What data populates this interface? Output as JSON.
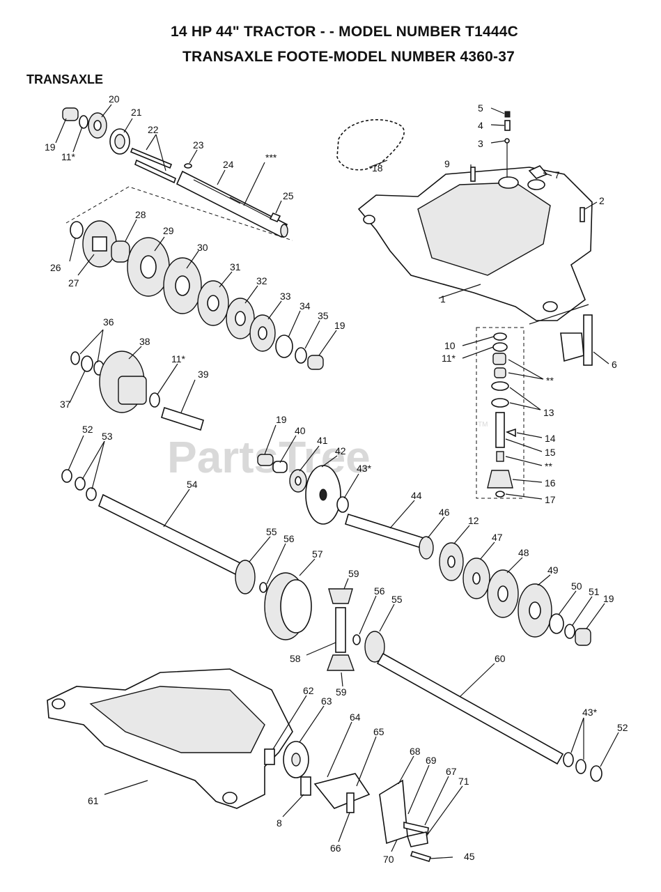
{
  "header": {
    "title_line1": "14 HP 44\" TRACTOR - - MODEL NUMBER T1444C",
    "title_line2": "TRANSAXLE FOOTE-MODEL NUMBER 4360-37",
    "section": "TRANSAXLE"
  },
  "watermark": {
    "text": "PartsTree",
    "tm": "TM"
  },
  "callouts": {
    "c1": "1",
    "c2": "2",
    "c3": "3",
    "c4": "4",
    "c5": "5",
    "c6": "6",
    "c7": "7",
    "c8": "8",
    "c9": "9",
    "c10": "10",
    "c11a": "11*",
    "c11b": "11*",
    "c11c": "11*",
    "c12": "12",
    "c13": "13",
    "c14": "14",
    "c15": "15",
    "c16": "16",
    "c17": "17",
    "c18": "18",
    "c19a": "19",
    "c19b": "19",
    "c19c": "19",
    "c19d": "19",
    "c20": "20",
    "c21": "21",
    "c22": "22",
    "c23": "23",
    "c24": "24",
    "c25": "25",
    "c26": "26",
    "c27": "27",
    "c28": "28",
    "c29": "29",
    "c30": "30",
    "c31": "31",
    "c32": "32",
    "c33": "33",
    "c34": "34",
    "c35": "35",
    "c36": "36",
    "c37": "37",
    "c38": "38",
    "c39": "39",
    "c40": "40",
    "c41": "41",
    "c42": "42",
    "c43a": "43*",
    "c43b": "43*",
    "c44": "44",
    "c45": "45",
    "c46": "46",
    "c47": "47",
    "c48": "48",
    "c49": "49",
    "c50": "50",
    "c51": "51",
    "c52a": "52",
    "c52b": "52",
    "c53": "53",
    "c54": "54",
    "c55a": "55",
    "c55b": "55",
    "c56a": "56",
    "c56b": "56",
    "c57": "57",
    "c58": "58",
    "c59a": "59",
    "c59b": "59",
    "c60": "60",
    "c61": "61",
    "c62": "62",
    "c63": "63",
    "c64": "64",
    "c65": "65",
    "c66": "66",
    "c67": "67",
    "c68": "68",
    "c69": "69",
    "c70": "70",
    "c71": "71",
    "c3star": "***",
    "c2stara": "**",
    "c2starb": "**"
  }
}
